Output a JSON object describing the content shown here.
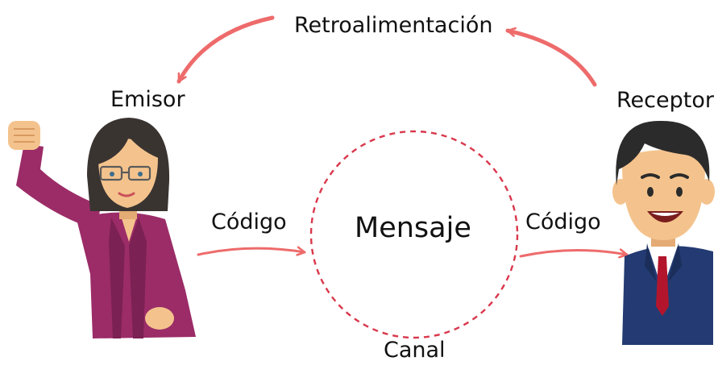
{
  "diagram": {
    "feedback_label": "Retroalimentación",
    "sender_label": "Emisor",
    "receiver_label": "Receptor",
    "code_left_label": "Código",
    "code_right_label": "Código",
    "message_label": "Mensaje",
    "channel_label": "Canal",
    "sender_icon": "woman-raising-fist-icon",
    "receiver_icon": "smiling-man-in-suit-icon"
  },
  "colors": {
    "arrow": "#ee6b6b",
    "channel_circle": "#d9384c",
    "sender_jacket": "#9b2c67",
    "receiver_suit": "#233b72",
    "tie": "#b3162c",
    "skin": "#f4c38d",
    "hair": "#3a3431"
  }
}
